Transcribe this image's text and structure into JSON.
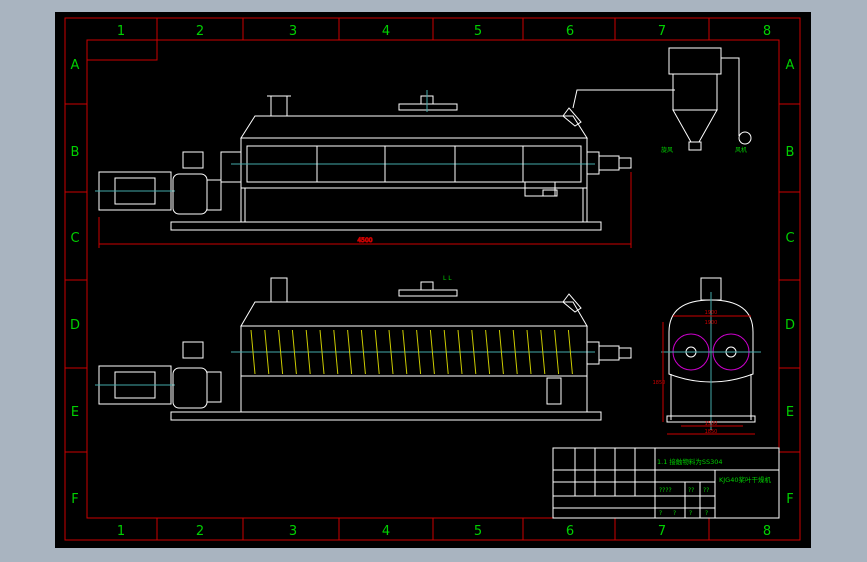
{
  "grid": {
    "columns": [
      "1",
      "2",
      "3",
      "4",
      "5",
      "6",
      "7",
      "8"
    ],
    "rows": [
      "A",
      "B",
      "C",
      "D",
      "E",
      "F"
    ]
  },
  "front_view": {
    "overall_length_label": "4500"
  },
  "plan_view": {
    "note": "L L"
  },
  "side_view": {
    "top_width_label": "1900",
    "bottom_width_label": "1500",
    "base_width_label": "1850",
    "height_label": "1850",
    "inner_width_label": "1900"
  },
  "cyclone": {
    "label_left": "旋风",
    "label_right": "风机"
  },
  "title_block": {
    "material_note": "1.1 接触物料为SS304",
    "model": "KJG40桨叶干燥机",
    "row1": [
      "????",
      "??",
      "??"
    ],
    "row2": [
      "?",
      "?",
      "?",
      "?"
    ]
  },
  "colors": {
    "frame": "#cc0000",
    "lines": "#ffffff",
    "text": "#00d000",
    "centerline": "#44aaaa"
  }
}
